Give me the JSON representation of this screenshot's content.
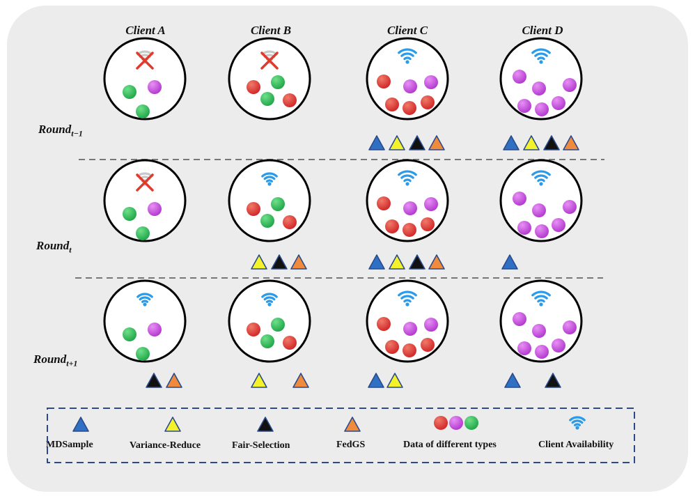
{
  "clients": [
    "Client A",
    "Client B",
    "Client C",
    "Client D"
  ],
  "rounds": [
    {
      "label": "Round",
      "sub": "t−1"
    },
    {
      "label": "Round",
      "sub": "t"
    },
    {
      "label": "Round",
      "sub": "t+1"
    }
  ],
  "legend": {
    "mdsample": "MDSample",
    "variance_reduce": "Variance-Reduce",
    "fair_selection": "Fair-Selection",
    "fedgs": "FedGS",
    "data_types": "Data of different types",
    "availability": "Client Availability"
  },
  "colors": {
    "mdsample": "#2f6fc4",
    "variance_reduce": "#f4f22a",
    "fair_selection": "#111111",
    "fedgs": "#f08a3c",
    "data_green": "#23a84a",
    "data_red": "#d22a2a",
    "data_purple": "#b43cd0",
    "wifi_on": "#2a9be8",
    "wifi_off": "#c8c8c8",
    "unavailable_x": "#e03a2a"
  },
  "diagram": [
    {
      "client": "Client A",
      "round": "t-1",
      "available": false,
      "selected_by": []
    },
    {
      "client": "Client B",
      "round": "t-1",
      "available": false,
      "selected_by": []
    },
    {
      "client": "Client C",
      "round": "t-1",
      "available": true,
      "selected_by": [
        "mdsample",
        "variance_reduce",
        "fair_selection",
        "fedgs"
      ]
    },
    {
      "client": "Client D",
      "round": "t-1",
      "available": true,
      "selected_by": [
        "mdsample",
        "variance_reduce",
        "fair_selection",
        "fedgs"
      ]
    },
    {
      "client": "Client A",
      "round": "t",
      "available": false,
      "selected_by": []
    },
    {
      "client": "Client B",
      "round": "t",
      "available": true,
      "selected_by": [
        "variance_reduce",
        "fair_selection",
        "fedgs"
      ]
    },
    {
      "client": "Client C",
      "round": "t",
      "available": true,
      "selected_by": [
        "mdsample",
        "variance_reduce",
        "fair_selection",
        "fedgs"
      ]
    },
    {
      "client": "Client D",
      "round": "t",
      "available": true,
      "selected_by": [
        "mdsample"
      ]
    },
    {
      "client": "Client A",
      "round": "t+1",
      "available": true,
      "selected_by": [
        "fair_selection",
        "fedgs"
      ]
    },
    {
      "client": "Client B",
      "round": "t+1",
      "available": true,
      "selected_by": [
        "variance_reduce",
        "fedgs"
      ]
    },
    {
      "client": "Client C",
      "round": "t+1",
      "available": true,
      "selected_by": [
        "mdsample",
        "variance_reduce"
      ]
    },
    {
      "client": "Client D",
      "round": "t+1",
      "available": true,
      "selected_by": [
        "mdsample",
        "fair_selection"
      ]
    }
  ]
}
